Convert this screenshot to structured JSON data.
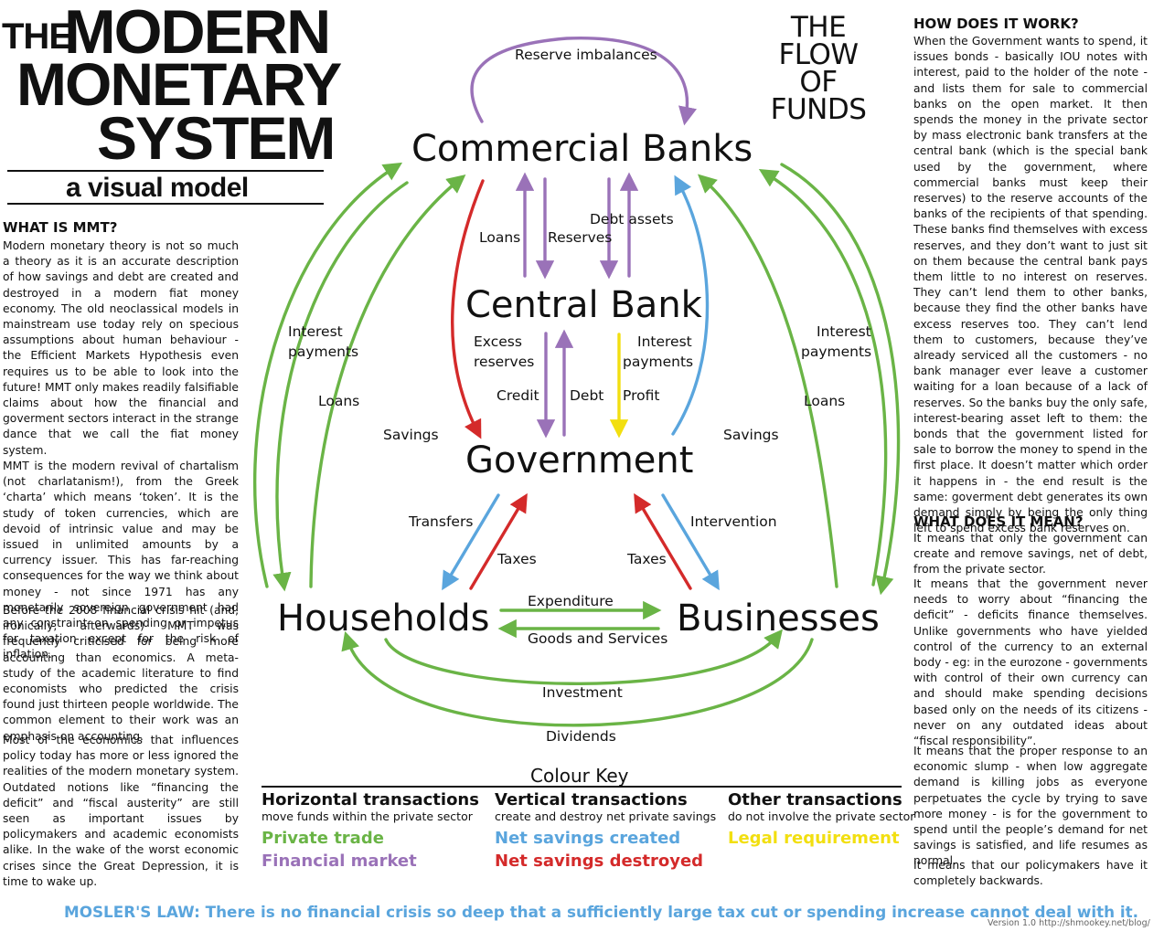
{
  "title": {
    "the": "THE",
    "modern": "MODERN",
    "monetary": "MONETARY",
    "system": "SYSTEM",
    "subtitle": "a visual model"
  },
  "flow_title": [
    "THE",
    "FLOW",
    "OF",
    "FUNDS"
  ],
  "left_column": {
    "heading": "WHAT IS MMT?",
    "paragraphs": [
      "Modern monetary theory is not so much a theory as it is an accurate description of how savings and debt are created and destroyed in a modern fiat money economy. The old neoclassical models in mainstream use today rely on specious assumptions about human behaviour - the Efficient Markets Hypothesis even requires us to be able to look into the future! MMT only makes readily falsifiable claims about how the financial and goverment sectors interact in the strange dance that we call the fiat money system.",
      "MMT is the modern revival of chartalism (not charlatanism!), from the Greek ‘charta’ which means ‘token’. It is the study of token currencies, which are devoid of intrinsic value and may be issued in unlimited amounts by a currency issuer. This has far-reaching consequences for the way we think about money - not since 1971 has any monetarily sovereign government had any constraint on spending or impetus for taxation except for the risk of inflation.",
      "Before the 2008 financial crisis hit (and, ironically, afterwards) MMT was frequently criticised for being more accounting than economics. A meta-study of the academic literature to find economists who predicted the crisis found just thirteen people worldwide. The common element to their work was an emphasis on accounting.",
      "Most of the economics that influences policy today has more or less ignored the realities of the modern monetary system. Outdated notions like “financing the deficit” and “fiscal austerity” are still seen as important issues by policymakers and academic economists alike. In the wake of the worst economic crises since the Great Depression, it is time to wake up."
    ]
  },
  "right_column": {
    "heading1": "HOW DOES IT WORK?",
    "how_paragraphs": [
      "When the Government wants to spend, it issues bonds - basically IOU notes with interest, paid to the holder of the note - and lists them for sale to commercial banks on the open market. It then spends the money in the private sector by mass electronic bank transfers at the central bank (which is the special bank used by the government, where commercial banks must keep their reserves) to the reserve accounts of the banks of the recipients of that spending. These banks find themselves with excess reserves, and they don’t want to just sit on them because the central bank pays them little to no interest on reserves. They can’t lend them to other banks, because they find the other banks have excess reserves too. They can’t lend them to customers, because they’ve already serviced all the customers - no bank manager ever leave a customer waiting for a loan because of a lack of reserves. So the banks buy the only safe, interest-bearing asset left to them: the bonds that the government listed for sale to borrow the money to spend in the first place. It doesn’t matter which order it happens in - the end result is the same: goverment debt generates its own demand simply by being the only thing left to spend excess bank reserves on."
    ],
    "heading2": "WHAT DOES IT MEAN?",
    "mean_paragraphs": [
      "It means that only the government can create and remove savings, net of debt, from the private sector.",
      "It means that the government never needs to worry about “financing the deficit” - deficits finance themselves. Unlike governments who have yielded control of the currency to an external body - eg: in the eurozone - governments with control of their own currency can and should make spending decisions based only on the needs of its citizens - never on any outdated ideas about “fiscal responsibility”.",
      "It means that the proper response to an economic slump - when low aggregate demand is killing jobs as everyone perpetuates the cycle by trying to save more money - is for the government to spend until the people’s demand for net savings is satisfied, and life resumes as normal.",
      "It means that our policymakers have it completely backwards."
    ]
  },
  "nodes": {
    "commercial_banks": "Commercial Banks",
    "central_bank": "Central Bank",
    "government": "Government",
    "households": "Households",
    "businesses": "Businesses"
  },
  "flow_labels": {
    "reserve_imbalances": "Reserve imbalances",
    "loans_cb": "Loans",
    "reserves": "Reserves",
    "debt_assets": "Debt assets",
    "excess_reserves_1": "Excess",
    "excess_reserves_2": "reserves",
    "credit": "Credit",
    "debt": "Debt",
    "interest_payments_mid_1": "Interest",
    "interest_payments_mid_2": "payments",
    "profit": "Profit",
    "interest_payments_left_1": "Interest",
    "interest_payments_left_2": "payments",
    "loans_left": "Loans",
    "savings_left": "Savings",
    "interest_payments_right_1": "Interest",
    "interest_payments_right_2": "payments",
    "loans_right": "Loans",
    "savings_right": "Savings",
    "transfers": "Transfers",
    "taxes_left": "Taxes",
    "taxes_right": "Taxes",
    "intervention": "Intervention",
    "expenditure": "Expenditure",
    "goods_and_services": "Goods and Services",
    "investment": "Investment",
    "dividends": "Dividends"
  },
  "colour_key": {
    "title": "Colour Key",
    "groups": [
      {
        "heading": "Horizontal transactions",
        "sub": "move funds within the private sector",
        "items": [
          {
            "label": "Private trade",
            "color": "#6ab446"
          },
          {
            "label": "Financial market",
            "color": "#9a72b8"
          }
        ]
      },
      {
        "heading": "Vertical transactions",
        "sub": "create and destroy net private savings",
        "items": [
          {
            "label": "Net savings created",
            "color": "#5aa5dd"
          },
          {
            "label": "Net savings destroyed",
            "color": "#d42a2a"
          }
        ]
      },
      {
        "heading": "Other transactions",
        "sub": "do not involve the private sector",
        "items": [
          {
            "label": "Legal requirement",
            "color": "#f2df10"
          }
        ]
      }
    ]
  },
  "colors": {
    "green": "#6ab446",
    "purple": "#9a72b8",
    "blue": "#5aa5dd",
    "red": "#d42a2a",
    "yellow": "#f2df10"
  },
  "footer": {
    "mosler": "MOSLER'S LAW: There is no financial crisis so deep that a sufficiently large tax cut or spending increase cannot deal with it.",
    "version": "Version 1.0 http://shmookey.net/blog/"
  }
}
